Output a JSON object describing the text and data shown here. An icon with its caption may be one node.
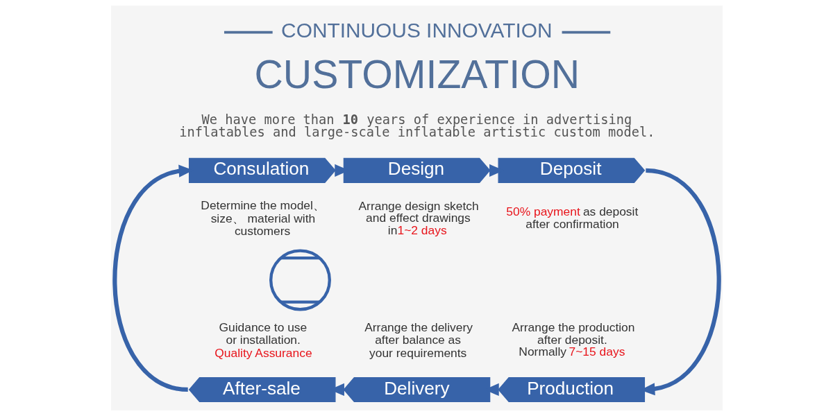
{
  "diagram": {
    "title": "CONTINUOUS INNOVATION",
    "nodes": [
      {
        "text": [
          "Consulation"
        ],
        "beside": [
          "Determine the model、 size、 material with customers"
        ]
      },
      {
        "text": [
          "Design"
        ],
        "beside": [
          "Arrange design sketch and effect drawings in**1~2 days**"
        ]
      },
      {
        "text": [
          "Deposit"
        ],
        "beside": [
          "**50% payment** as deposit after confirmation"
        ]
      },
      {
        "text": [
          "Production"
        ],
        "beside": [
          "Arrange the production after deposit. Normally **7~15 days**"
        ]
      },
      {
        "text": [
          "Delivery"
        ],
        "beside": [
          "Arrange the delivery after balance as your requirements"
        ]
      },
      {
        "text": [
          "After-sale"
        ],
        "beside": [
          "Guidance to use or installation. **Quality Assurance**"
        ]
      },
      {
        "text": [],
        "shape": "picture"
      }
    ],
    "edges": [
      {
        "from": 0,
        "to": 1,
        "arrow": "to"
      },
      {
        "from": 1,
        "to": 2,
        "arrow": "to"
      },
      {
        "from": 2,
        "to": 3,
        "arrow": "to"
      },
      {
        "from": 3,
        "to": 4,
        "arrow": "to"
      },
      {
        "from": 4,
        "to": 5,
        "arrow": "to"
      },
      {
        "from": 5,
        "to": 0,
        "arrow": "to"
      }
    ],
    "labels": [
      "CUSTOMIZATION",
      "We have more than **10** years of experience in advertising inflatables and large-scale inflatable artistic custom model."
    ]
  }
}
